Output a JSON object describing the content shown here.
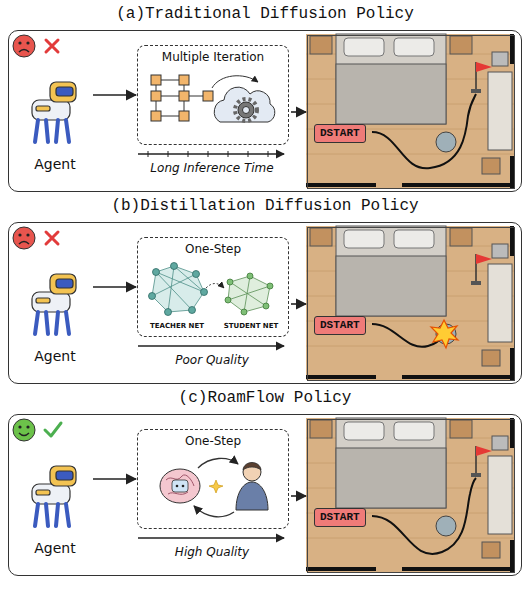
{
  "diagram": {
    "nodes": [
      {
        "text": [
          "(a)Traditional Diffusion Policy"
        ]
      },
      {
        "text": [
          "Agent"
        ],
        "in": 0
      },
      {
        "text": [
          "Multiple Iteration"
        ],
        "in": 0
      },
      {
        "text": [
          "DSTART"
        ],
        "in": 0
      },
      {
        "text": [
          "(b)Distillation Diffusion Policy"
        ]
      },
      {
        "text": [
          "Agent"
        ],
        "in": 4
      },
      {
        "text": [
          "One-Step"
        ],
        "in": 4
      },
      {
        "text": [
          "DSTART"
        ],
        "in": 4
      },
      {
        "text": [
          "(c)RoamFlow Policy"
        ]
      },
      {
        "text": [
          "Agent"
        ],
        "in": 8
      },
      {
        "text": [
          "One-Step"
        ],
        "in": 8
      },
      {
        "text": [
          "DSTART"
        ],
        "in": 8
      }
    ],
    "edges": [
      {
        "from": 1,
        "to": 2,
        "arrow": "to"
      },
      {
        "from": 2,
        "to": 3,
        "arrow": "to"
      },
      {
        "from": 5,
        "to": 6,
        "arrow": "to"
      },
      {
        "from": 6,
        "to": 7,
        "arrow": "to"
      },
      {
        "from": 9,
        "to": 10,
        "arrow": "to"
      },
      {
        "from": 10,
        "to": 11,
        "arrow": "to"
      }
    ],
    "labels": [
      "Long Inference Time",
      "TEACHER NET",
      "STUDENT NET",
      "Poor Quality",
      "High Quality"
    ]
  }
}
